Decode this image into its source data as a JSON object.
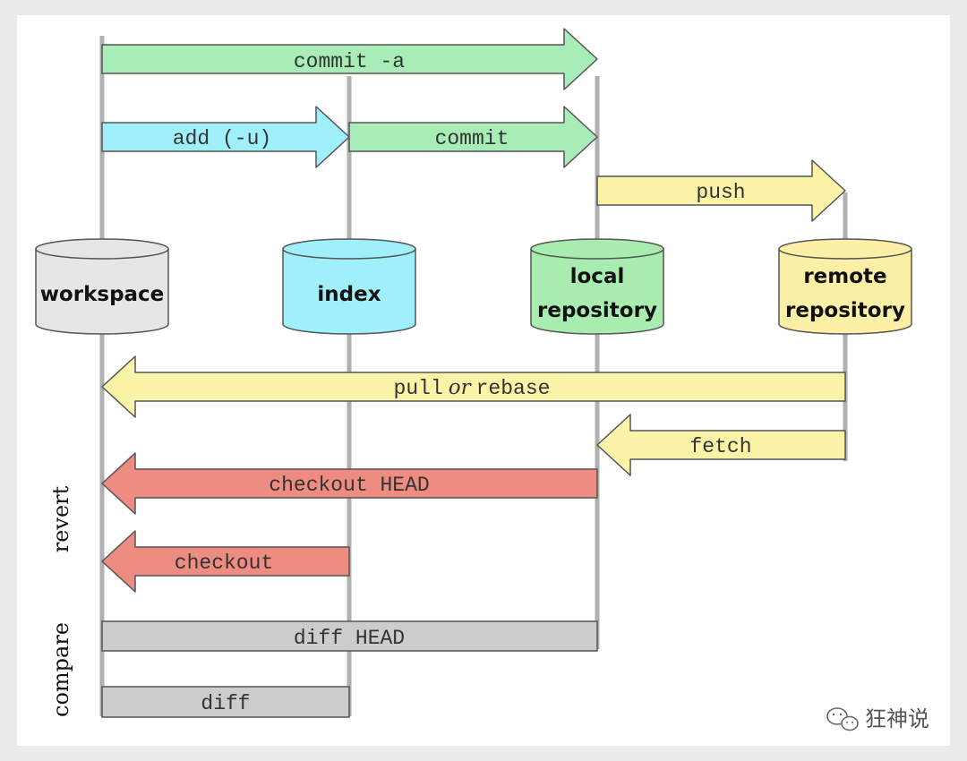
{
  "colors": {
    "background": "#ebebeb",
    "panel": "#ffffff",
    "line": "#b0b0b0",
    "green": "#a8ecb8",
    "cyan": "#9ff0fb",
    "yellow": "#fbf3a8",
    "red": "#ee8c82",
    "gray": "#cccccc",
    "cyl_workspace": "#e6e6e6",
    "cyl_index": "#9ff0fb",
    "cyl_local": "#a8ecb0",
    "cyl_remote": "#fbf0a6"
  },
  "stores": {
    "workspace": {
      "lines": [
        "workspace"
      ]
    },
    "index": {
      "lines": [
        "index"
      ]
    },
    "local": {
      "lines": [
        "local",
        "repository"
      ]
    },
    "remote": {
      "lines": [
        "remote",
        "repository"
      ]
    }
  },
  "arrows": {
    "commit_a": "commit -a",
    "add": "add (-u)",
    "commit": "commit",
    "push": "push",
    "pull_a": "pull",
    "pull_or": "or",
    "pull_b": "rebase",
    "fetch": "fetch",
    "checkout_head": "checkout HEAD",
    "checkout": "checkout",
    "diff_head": "diff HEAD",
    "diff": "diff"
  },
  "side_labels": {
    "revert": "revert",
    "compare": "compare"
  },
  "watermark": {
    "text": "狂神说",
    "icon": "wechat-icon"
  }
}
